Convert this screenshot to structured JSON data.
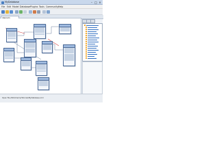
{
  "window": {
    "title": "MyDatabase",
    "controls": [
      "minimize-icon",
      "maximize-icon",
      "close-icon"
    ]
  },
  "menu": [
    "File",
    "Edit",
    "Model",
    "Database",
    "Plugins",
    "Tools",
    "Community",
    "Help"
  ],
  "tab": {
    "label": "diagram"
  },
  "statusbar": {
    "text": "Open file:/DbSchema/Tutorial/MyDatabase.xml"
  }
}
